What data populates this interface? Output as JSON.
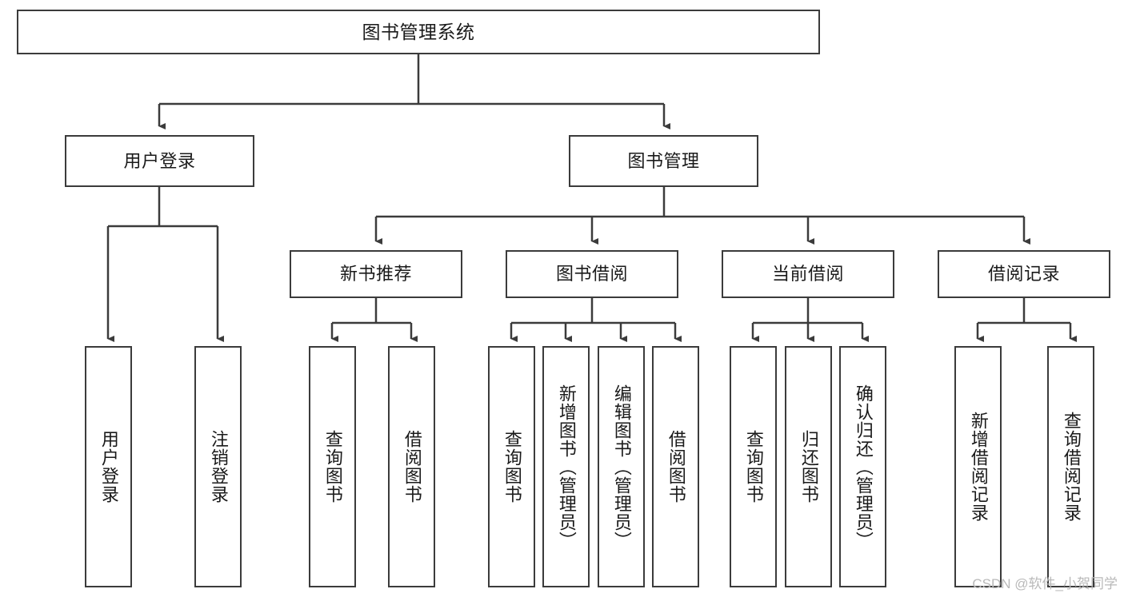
{
  "diagram": {
    "title_text": "图书管理系统",
    "watermark": "CSDN @软件_小贺同学",
    "line_color": "#3b3b3b",
    "box_fill": "#ffffff",
    "text_color": "#1a1a1a",
    "root": {
      "label": "图书管理系统"
    },
    "level1": [
      {
        "label": "用户登录"
      },
      {
        "label": "图书管理"
      }
    ],
    "level2": [
      {
        "label": "新书推荐"
      },
      {
        "label": "图书借阅"
      },
      {
        "label": "当前借阅"
      },
      {
        "label": "借阅记录"
      }
    ],
    "leaves": {
      "user_login": [
        {
          "label": "用户登录"
        },
        {
          "label": "注销登录"
        }
      ],
      "new_book": [
        {
          "label": "查询图书"
        },
        {
          "label": "借阅图书"
        }
      ],
      "borrow_book": [
        {
          "label": "查询图书"
        },
        {
          "label": "新增图书（管理员）"
        },
        {
          "label": "编辑图书（管理员）"
        },
        {
          "label": "借阅图书"
        }
      ],
      "current_borrow": [
        {
          "label": "查询图书"
        },
        {
          "label": "归还图书"
        },
        {
          "label": "确认归还（管理员）"
        }
      ],
      "borrow_record": [
        {
          "label": "新增借阅记录"
        },
        {
          "label": "查询借阅记录"
        }
      ]
    }
  }
}
